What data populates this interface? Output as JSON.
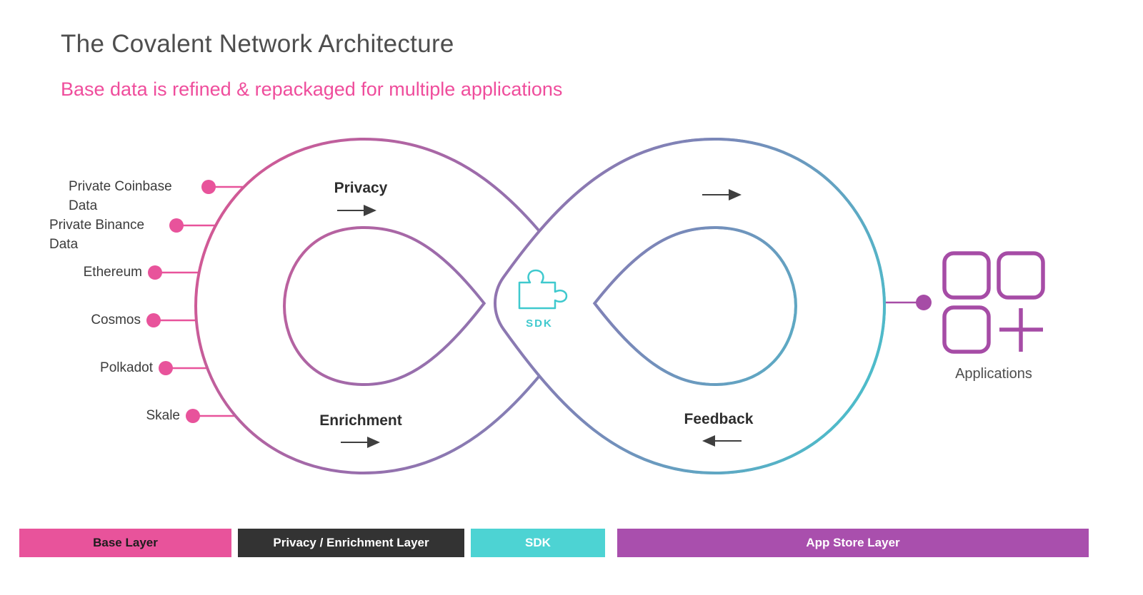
{
  "title": "The Covalent Network Architecture",
  "subtitle": "Base data is refined & repackaged for multiple applications",
  "colors": {
    "pink": "#E8539B",
    "subtitle_pink": "#EF4D9C",
    "teal": "#3FC9CE",
    "purple": "#A64CA6",
    "arrow": "#3F3F3F",
    "label_text": "#3C3C3C"
  },
  "infinity_gradient": [
    "#DE5590",
    "#9C6BAB",
    "#7B86B8",
    "#43C8CE"
  ],
  "sources": [
    {
      "label": "Private Coinbase Data"
    },
    {
      "label": "Private Binance Data"
    },
    {
      "label": "Ethereum"
    },
    {
      "label": "Cosmos"
    },
    {
      "label": "Polkadot"
    },
    {
      "label": "Skale"
    }
  ],
  "flow_labels": {
    "privacy": "Privacy",
    "enrichment": "Enrichment",
    "feedback": "Feedback"
  },
  "sdk_label": "SDK",
  "applications_label": "Applications",
  "legend": [
    {
      "label": "Base Layer",
      "color": "#E8539B",
      "text_color": "#1D1D1D"
    },
    {
      "label": "Privacy / Enrichment Layer",
      "color": "#333333",
      "text_color": "#FFFFFF"
    },
    {
      "label": "SDK",
      "color": "#4DD3D3",
      "text_color": "#FFFFFF"
    },
    {
      "label": "App Store Layer",
      "color": "#A94FAD",
      "text_color": "#FFFFFF"
    }
  ]
}
